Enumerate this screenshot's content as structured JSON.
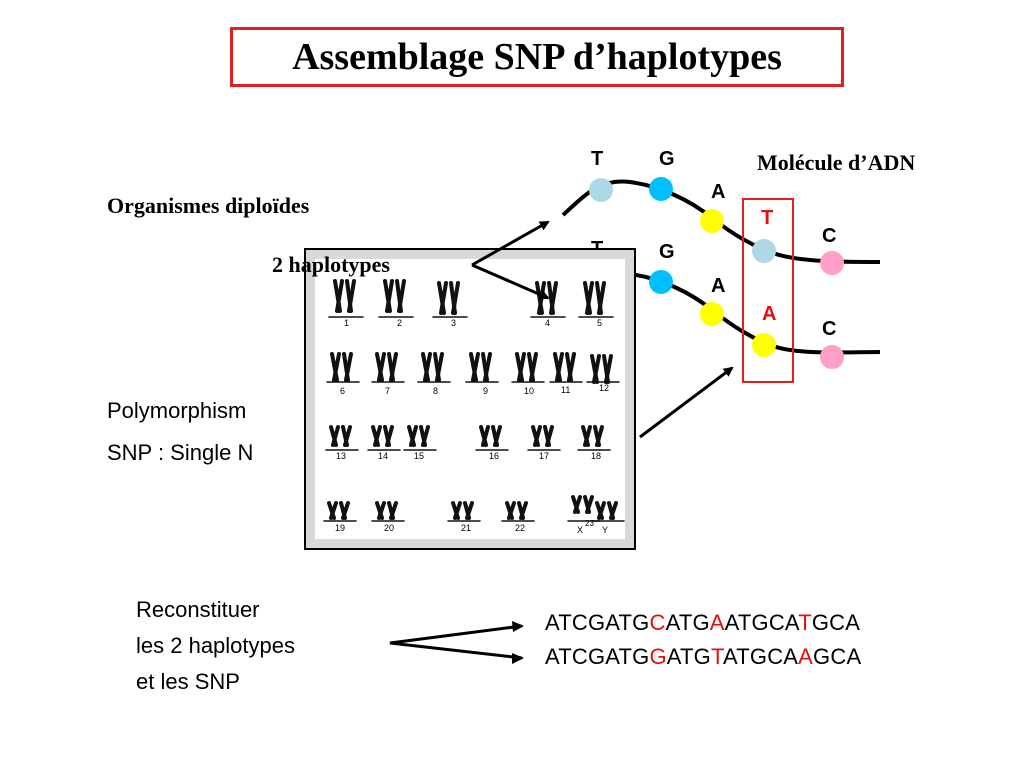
{
  "title": "Assemblage SNP d’haplotypes",
  "organismes": "Organismes diploïdes",
  "haplotypes_label": "2 haplotypes",
  "molecule_label": "Molécule d’ADN",
  "polymorphism_text": "Polymorphism",
  "snp_text": "SNP : Single N",
  "strand1": {
    "bases": [
      {
        "letter": "T",
        "color": "#add8e6"
      },
      {
        "letter": "G",
        "color": "#00bfff"
      },
      {
        "letter": "A",
        "color": "#ffff00"
      },
      {
        "letter": "T",
        "color": "#add8e6",
        "snp": true
      },
      {
        "letter": "C",
        "color": "#ff9ec8"
      }
    ]
  },
  "strand2": {
    "bases": [
      {
        "letter": "T",
        "color": "#add8e6"
      },
      {
        "letter": "G",
        "color": "#00bfff"
      },
      {
        "letter": "A",
        "color": "#ffff00"
      },
      {
        "letter": "A",
        "color": "#ffff00",
        "snp": true
      },
      {
        "letter": "C",
        "color": "#ff9ec8"
      }
    ]
  },
  "karyotype": {
    "row1": [
      "1",
      "2",
      "3",
      "4",
      "5"
    ],
    "row2": [
      "6",
      "7",
      "8",
      "9",
      "10",
      "11",
      "12"
    ],
    "row3": [
      "13",
      "14",
      "15",
      "16",
      "17",
      "18"
    ],
    "row4": [
      "19",
      "20",
      "21",
      "22"
    ],
    "sex_x": "X",
    "sex_x_sup": "23",
    "sex_y": "Y"
  },
  "reconstituer": {
    "line1": "Reconstituer",
    "line2": "les 2 haplotypes",
    "line3": "et les SNP"
  },
  "sequence1": {
    "part1": "ATCGATG",
    "snp1": "C",
    "part2": "ATG",
    "snp2": "A",
    "part3": "ATGCA",
    "snp3": "T",
    "part4": "GCA"
  },
  "sequence2": {
    "part1": "ATCGATG",
    "snp1": "G",
    "part2": "ATG",
    "snp2": "T",
    "part3": "ATGCA",
    "snp3": "A",
    "part4": "GCA"
  },
  "colors": {
    "accent_red": "#e01010",
    "light_blue": "#add8e6",
    "cyan": "#00bfff",
    "yellow": "#ffff00",
    "pink": "#ff9ec8"
  }
}
